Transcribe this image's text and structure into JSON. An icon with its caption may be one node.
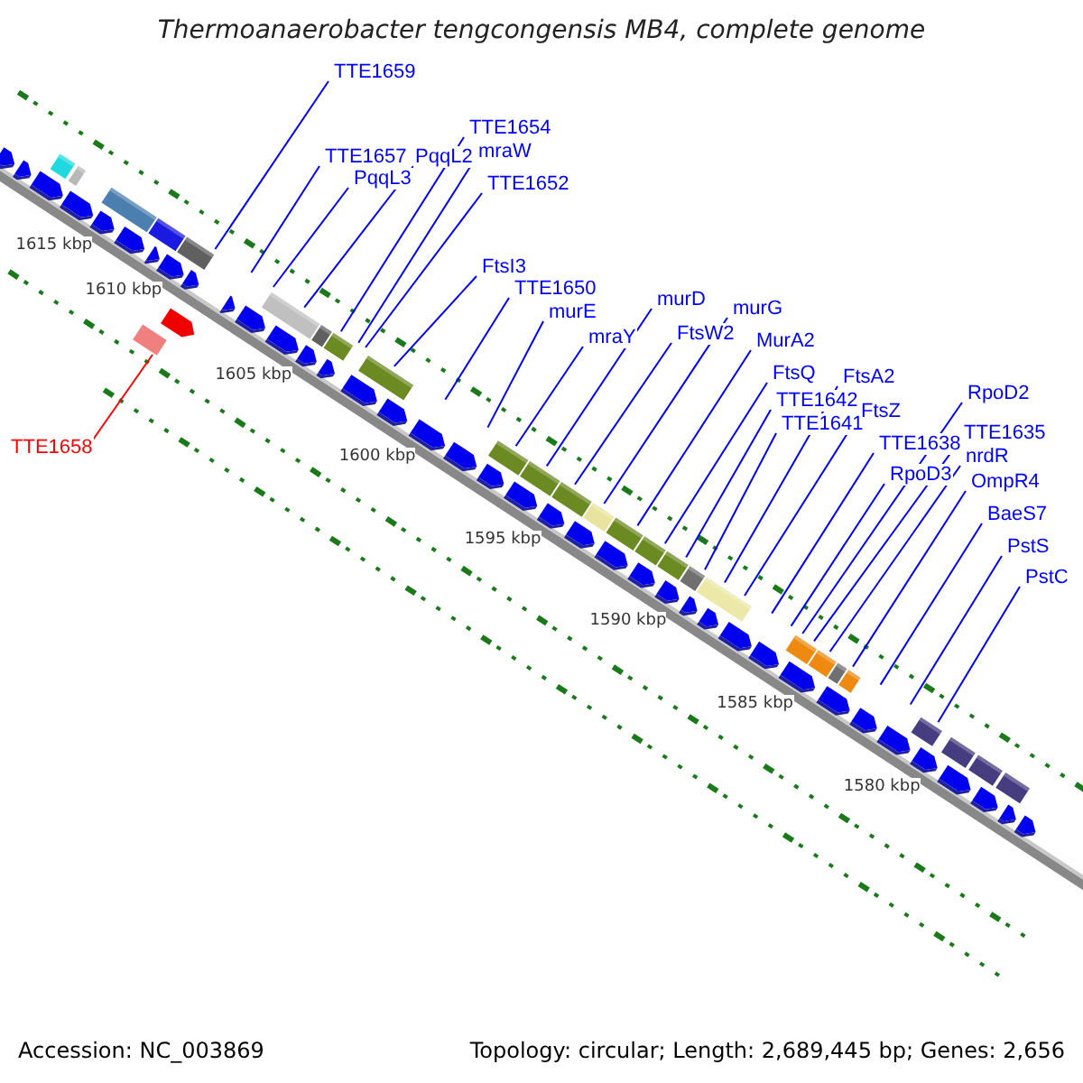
{
  "diagram": {
    "title": "Thermoanaerobacter tengcongensis MB4, complete genome",
    "nodes": [
      {
        "text": [
          "TTE1659"
        ]
      },
      {
        "text": [
          "TTE1658"
        ]
      },
      {
        "text": [
          "TTE1657"
        ]
      },
      {
        "text": [
          "PqqL3"
        ]
      },
      {
        "text": [
          "PqqL2"
        ]
      },
      {
        "text": [
          "TTE1654"
        ]
      },
      {
        "text": [
          "mraW"
        ]
      },
      {
        "text": [
          "TTE1652"
        ]
      },
      {
        "text": [
          "FtsI3"
        ]
      },
      {
        "text": [
          "TTE1650"
        ]
      },
      {
        "text": [
          "murE"
        ]
      },
      {
        "text": [
          "mraY"
        ]
      },
      {
        "text": [
          "murD"
        ]
      },
      {
        "text": [
          "FtsW2"
        ]
      },
      {
        "text": [
          "murG"
        ]
      },
      {
        "text": [
          "MurA2"
        ]
      },
      {
        "text": [
          "FtsQ"
        ]
      },
      {
        "text": [
          "TTE1642"
        ]
      },
      {
        "text": [
          "TTE1641"
        ]
      },
      {
        "text": [
          "FtsA2"
        ]
      },
      {
        "text": [
          "FtsZ"
        ]
      },
      {
        "text": [
          "TTE1638"
        ]
      },
      {
        "text": [
          "RpoD3"
        ]
      },
      {
        "text": [
          "RpoD2"
        ]
      },
      {
        "text": [
          "TTE1635"
        ]
      },
      {
        "text": [
          "nrdR"
        ]
      },
      {
        "text": [
          "OmpR4"
        ]
      },
      {
        "text": [
          "BaeS7"
        ]
      },
      {
        "text": [
          "PstS"
        ]
      },
      {
        "text": [
          "PstC"
        ]
      }
    ],
    "edges": [
      {
        "from": 0,
        "to": null,
        "arrow": "none"
      },
      {
        "from": 1,
        "to": null,
        "arrow": "none",
        "color": "#ff0000"
      },
      {
        "from": 2,
        "to": null,
        "arrow": "none"
      },
      {
        "from": 3,
        "to": null,
        "arrow": "none"
      },
      {
        "from": 4,
        "to": null,
        "arrow": "none"
      },
      {
        "from": 5,
        "to": null,
        "arrow": "none"
      },
      {
        "from": 6,
        "to": null,
        "arrow": "none"
      },
      {
        "from": 7,
        "to": null,
        "arrow": "none"
      },
      {
        "from": 8,
        "to": null,
        "arrow": "none"
      },
      {
        "from": 9,
        "to": null,
        "arrow": "none"
      },
      {
        "from": 10,
        "to": null,
        "arrow": "none"
      },
      {
        "from": 11,
        "to": null,
        "arrow": "none"
      },
      {
        "from": 12,
        "to": null,
        "arrow": "none"
      },
      {
        "from": 13,
        "to": null,
        "arrow": "none"
      },
      {
        "from": 14,
        "to": null,
        "arrow": "none"
      },
      {
        "from": 15,
        "to": null,
        "arrow": "none"
      },
      {
        "from": 16,
        "to": null,
        "arrow": "none"
      },
      {
        "from": 17,
        "to": null,
        "arrow": "none"
      },
      {
        "from": 18,
        "to": null,
        "arrow": "none"
      },
      {
        "from": 19,
        "to": null,
        "arrow": "none"
      },
      {
        "from": 20,
        "to": null,
        "arrow": "none"
      },
      {
        "from": 21,
        "to": null,
        "arrow": "none"
      },
      {
        "from": 22,
        "to": null,
        "arrow": "none"
      },
      {
        "from": 23,
        "to": null,
        "arrow": "none"
      },
      {
        "from": 24,
        "to": null,
        "arrow": "none"
      },
      {
        "from": 25,
        "to": null,
        "arrow": "none"
      },
      {
        "from": 26,
        "to": null,
        "arrow": "none"
      },
      {
        "from": 27,
        "to": null,
        "arrow": "none"
      },
      {
        "from": 28,
        "to": null,
        "arrow": "none"
      },
      {
        "from": 29,
        "to": null,
        "arrow": "none"
      }
    ],
    "labels": [
      "1615 kbp",
      "1610 kbp",
      "1605 kbp",
      "1600 kbp",
      "1595 kbp",
      "1590 kbp",
      "1585 kbp",
      "1580 kbp",
      "Accession: NC_003869",
      "Topology: circular; Length: 2,689,445 bp; Genes: 2,656"
    ]
  }
}
